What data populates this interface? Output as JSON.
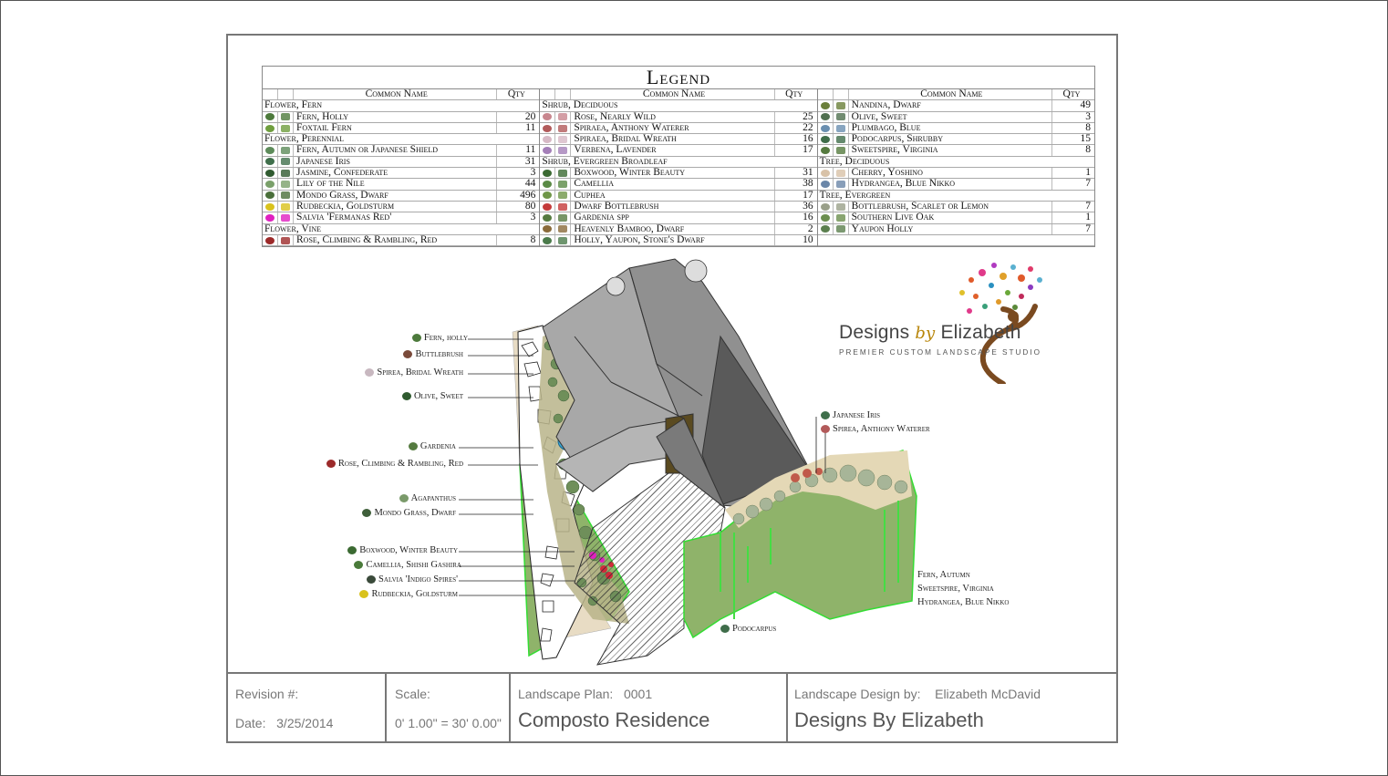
{
  "legend": {
    "title": "Legend",
    "col_name_header": "Common Name",
    "col_qty_header": "Qty",
    "columns": [
      [
        {
          "cat": "Flower, Fern"
        },
        {
          "name": "Fern, Holly",
          "qty": "20",
          "color": "#4d7a3c"
        },
        {
          "name": "Foxtail Fern",
          "qty": "11",
          "color": "#6f9e3e"
        },
        {
          "cat": "Flower, Perennial"
        },
        {
          "name": "Fern, Autumn or Japanese Shield",
          "qty": "11",
          "color": "#5d8b5a"
        },
        {
          "name": "Japanese Iris",
          "qty": "31",
          "color": "#3f6f4b"
        },
        {
          "name": "Jasmine, Confederate",
          "qty": "3",
          "color": "#2f5a2f"
        },
        {
          "name": "Lily of the Nile",
          "qty": "44",
          "color": "#7aa06a"
        },
        {
          "name": "Mondo Grass, Dwarf",
          "qty": "496",
          "color": "#4a6f3a"
        },
        {
          "name": "Rudbeckia, Goldsturm",
          "qty": "80",
          "color": "#d9c21c"
        },
        {
          "name": "Salvia 'Fermanas Red'",
          "qty": "3",
          "color": "#e020c0"
        },
        {
          "cat": "Flower, Vine"
        },
        {
          "name": "Rose, Climbing & Rambling, Red",
          "qty": "8",
          "color": "#9c2a2a"
        }
      ],
      [
        {
          "cat": "Shrub, Deciduous"
        },
        {
          "name": "Rose, Nearly Wild",
          "qty": "25",
          "color": "#c8868e"
        },
        {
          "name": "Spiraea, Anthony Waterer",
          "qty": "22",
          "color": "#b25a5a"
        },
        {
          "name": "Spiraea, Bridal Wreath",
          "qty": "16",
          "color": "#d7b9c5"
        },
        {
          "name": "Verbena, Lavender",
          "qty": "17",
          "color": "#a47fb8"
        },
        {
          "cat": "Shrub, Evergreen Broadleaf"
        },
        {
          "name": "Boxwood, Winter Beauty",
          "qty": "31",
          "color": "#3b6a32"
        },
        {
          "name": "Camellia",
          "qty": "38",
          "color": "#5a8a45"
        },
        {
          "name": "Cuphea",
          "qty": "17",
          "color": "#6f9648"
        },
        {
          "name": "Dwarf Bottlebrush",
          "qty": "36",
          "color": "#c43a3a"
        },
        {
          "name": "Gardenia spp",
          "qty": "16",
          "color": "#557b40"
        },
        {
          "name": "Heavenly Bamboo, Dwarf",
          "qty": "2",
          "color": "#8a6a3a"
        },
        {
          "name": "Holly, Yaupon, Stone's Dwarf",
          "qty": "10",
          "color": "#4a7a4a"
        }
      ],
      [
        {
          "name": "Nandina, Dwarf",
          "qty": "49",
          "color": "#6a7f3a"
        },
        {
          "name": "Olive, Sweet",
          "qty": "3",
          "color": "#4f6f4f"
        },
        {
          "name": "Plumbago, Blue",
          "qty": "8",
          "color": "#6a8fb0"
        },
        {
          "name": "Podocarpus, Shrubby",
          "qty": "15",
          "color": "#3f6d4a"
        },
        {
          "name": "Sweetspire, Virginia",
          "qty": "8",
          "color": "#557a3f"
        },
        {
          "cat": "Tree, Deciduous"
        },
        {
          "name": "Cherry, Yoshino",
          "qty": "1",
          "color": "#d8c2a8"
        },
        {
          "name": "Hydrangea, Blue Nikko",
          "qty": "7",
          "color": "#6a86a8"
        },
        {
          "cat": "Tree, Evergreen"
        },
        {
          "name": "Bottlebrush, Scarlet or Lemon",
          "qty": "7",
          "color": "#9aa08a"
        },
        {
          "name": "Southern Live Oak",
          "qty": "1",
          "color": "#6b8e4e"
        },
        {
          "name": "Yaupon Holly",
          "qty": "7",
          "color": "#5b7f4e"
        },
        {
          "blank": true
        }
      ]
    ]
  },
  "plan_labels": {
    "left": [
      {
        "text": "Fern, holly",
        "color": "#4d7a3c"
      },
      {
        "text": "Buttlebrush",
        "color": "#7a4a3a"
      },
      {
        "text": "Spirea, Bridal Wreath",
        "color": "#c8b8c0"
      },
      {
        "text": "Olive, Sweet",
        "color": "#2f5a2f"
      },
      {
        "text": "Gardenia",
        "color": "#557b40"
      },
      {
        "text": "Rose, Climbing & Rambling, Red",
        "color": "#9c2a2a"
      },
      {
        "text": "Agapanthus",
        "color": "#7a9a6a"
      },
      {
        "text": "Mondo Grass, Dwarf",
        "color": "#3f5f3a"
      },
      {
        "text": "Boxwood, Winter Beauty",
        "color": "#3b6a32"
      },
      {
        "text": "Camellia, Shishi Gashira",
        "color": "#4a7a3a"
      },
      {
        "text": "Salvia 'Indigo Spires'",
        "color": "#3a4a3a"
      },
      {
        "text": "Rudbeckia, Goldsturm",
        "color": "#d9c21c"
      }
    ],
    "right_top": [
      {
        "text": "Japanese Iris",
        "color": "#3f6f4b"
      },
      {
        "text": "Spirea, Anthony Waterer",
        "color": "#b25a5a"
      }
    ],
    "right_side": [
      "Fern, Autumn",
      "Sweetspire, Virginia",
      "Hydrangea, Blue Nikko"
    ],
    "bottom": {
      "text": "Podocarpus",
      "color": "#3f6d4a"
    }
  },
  "logo": {
    "word_left": "Designs ",
    "word_by": "by",
    "word_right": " Elizabeth",
    "tagline": "PREMIER CUSTOM LANDSCAPE STUDIO"
  },
  "title_block": {
    "revision_label": "Revision #:",
    "date_label": "Date:",
    "date_value": "3/25/2014",
    "scale_label": "Scale:",
    "scale_value": "0' 1.00\" = 30' 0.00\"",
    "plan_label": "Landscape Plan:",
    "plan_number": "0001",
    "project_name": "Composto Residence",
    "designer_label": "Landscape Design by:",
    "designer_name": "Elizabeth McDavid",
    "company": "Designs By Elizabeth"
  },
  "colors": {
    "lawn": "#8fb36a",
    "roof": "#a8a8a8",
    "roof_dark": "#5a5a5a",
    "pool": "#3aa8d8",
    "border": "#777777"
  }
}
